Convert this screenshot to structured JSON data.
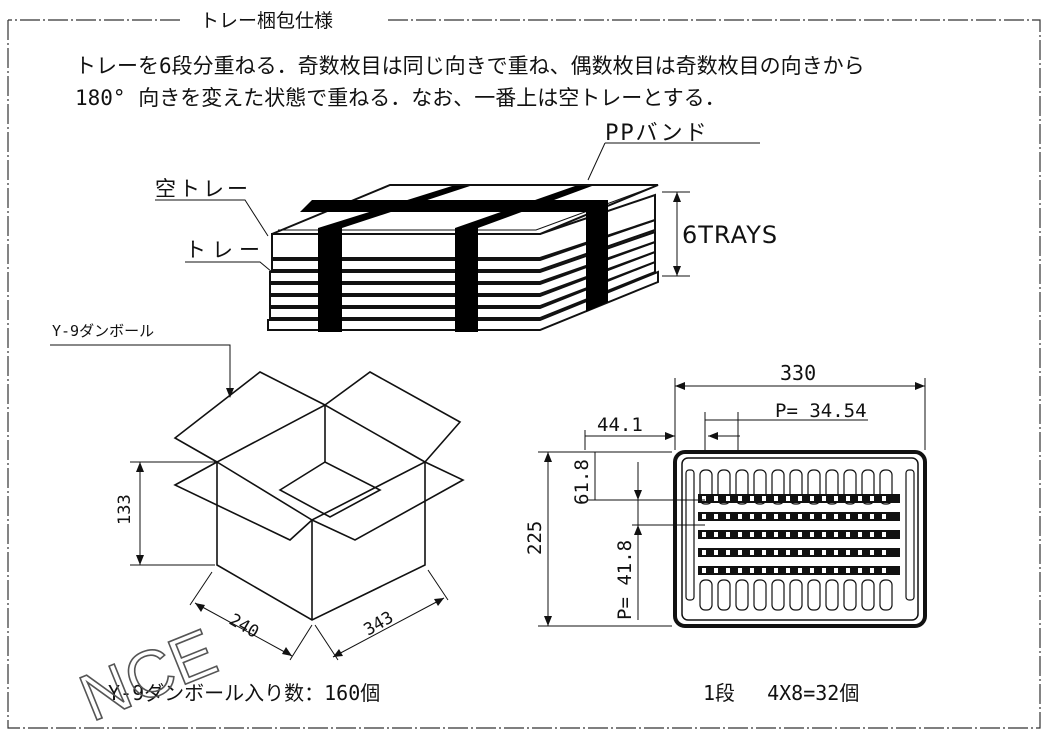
{
  "frame": {
    "title": "トレー梱包仕様"
  },
  "instructions": {
    "line1": "トレーを6段分重ねる．奇数枚目は同じ向きで重ね、偶数枚目は奇数枚目の向きから",
    "line2": "180° 向きを変えた状態で重ねる．なお、一番上は空トレーとする．"
  },
  "stack": {
    "pp_band": "PPバンド",
    "empty_tray": "空トレー",
    "tray": "トレー",
    "count": "6TRAYS"
  },
  "carton": {
    "label": "Y-9ダンボール",
    "height": "133",
    "width": "240",
    "depth": "343",
    "capacity": "Y-9ダンボール入り数：160個"
  },
  "tray_plan": {
    "width": "330",
    "pitch_x": "P= 34.54",
    "offset_x": "44.1",
    "offset_y": "61.8",
    "height": "225",
    "pitch_y": "P= 41.8",
    "layer": "1段　 4X8=32個"
  },
  "watermark": {
    "text": "NCE"
  }
}
